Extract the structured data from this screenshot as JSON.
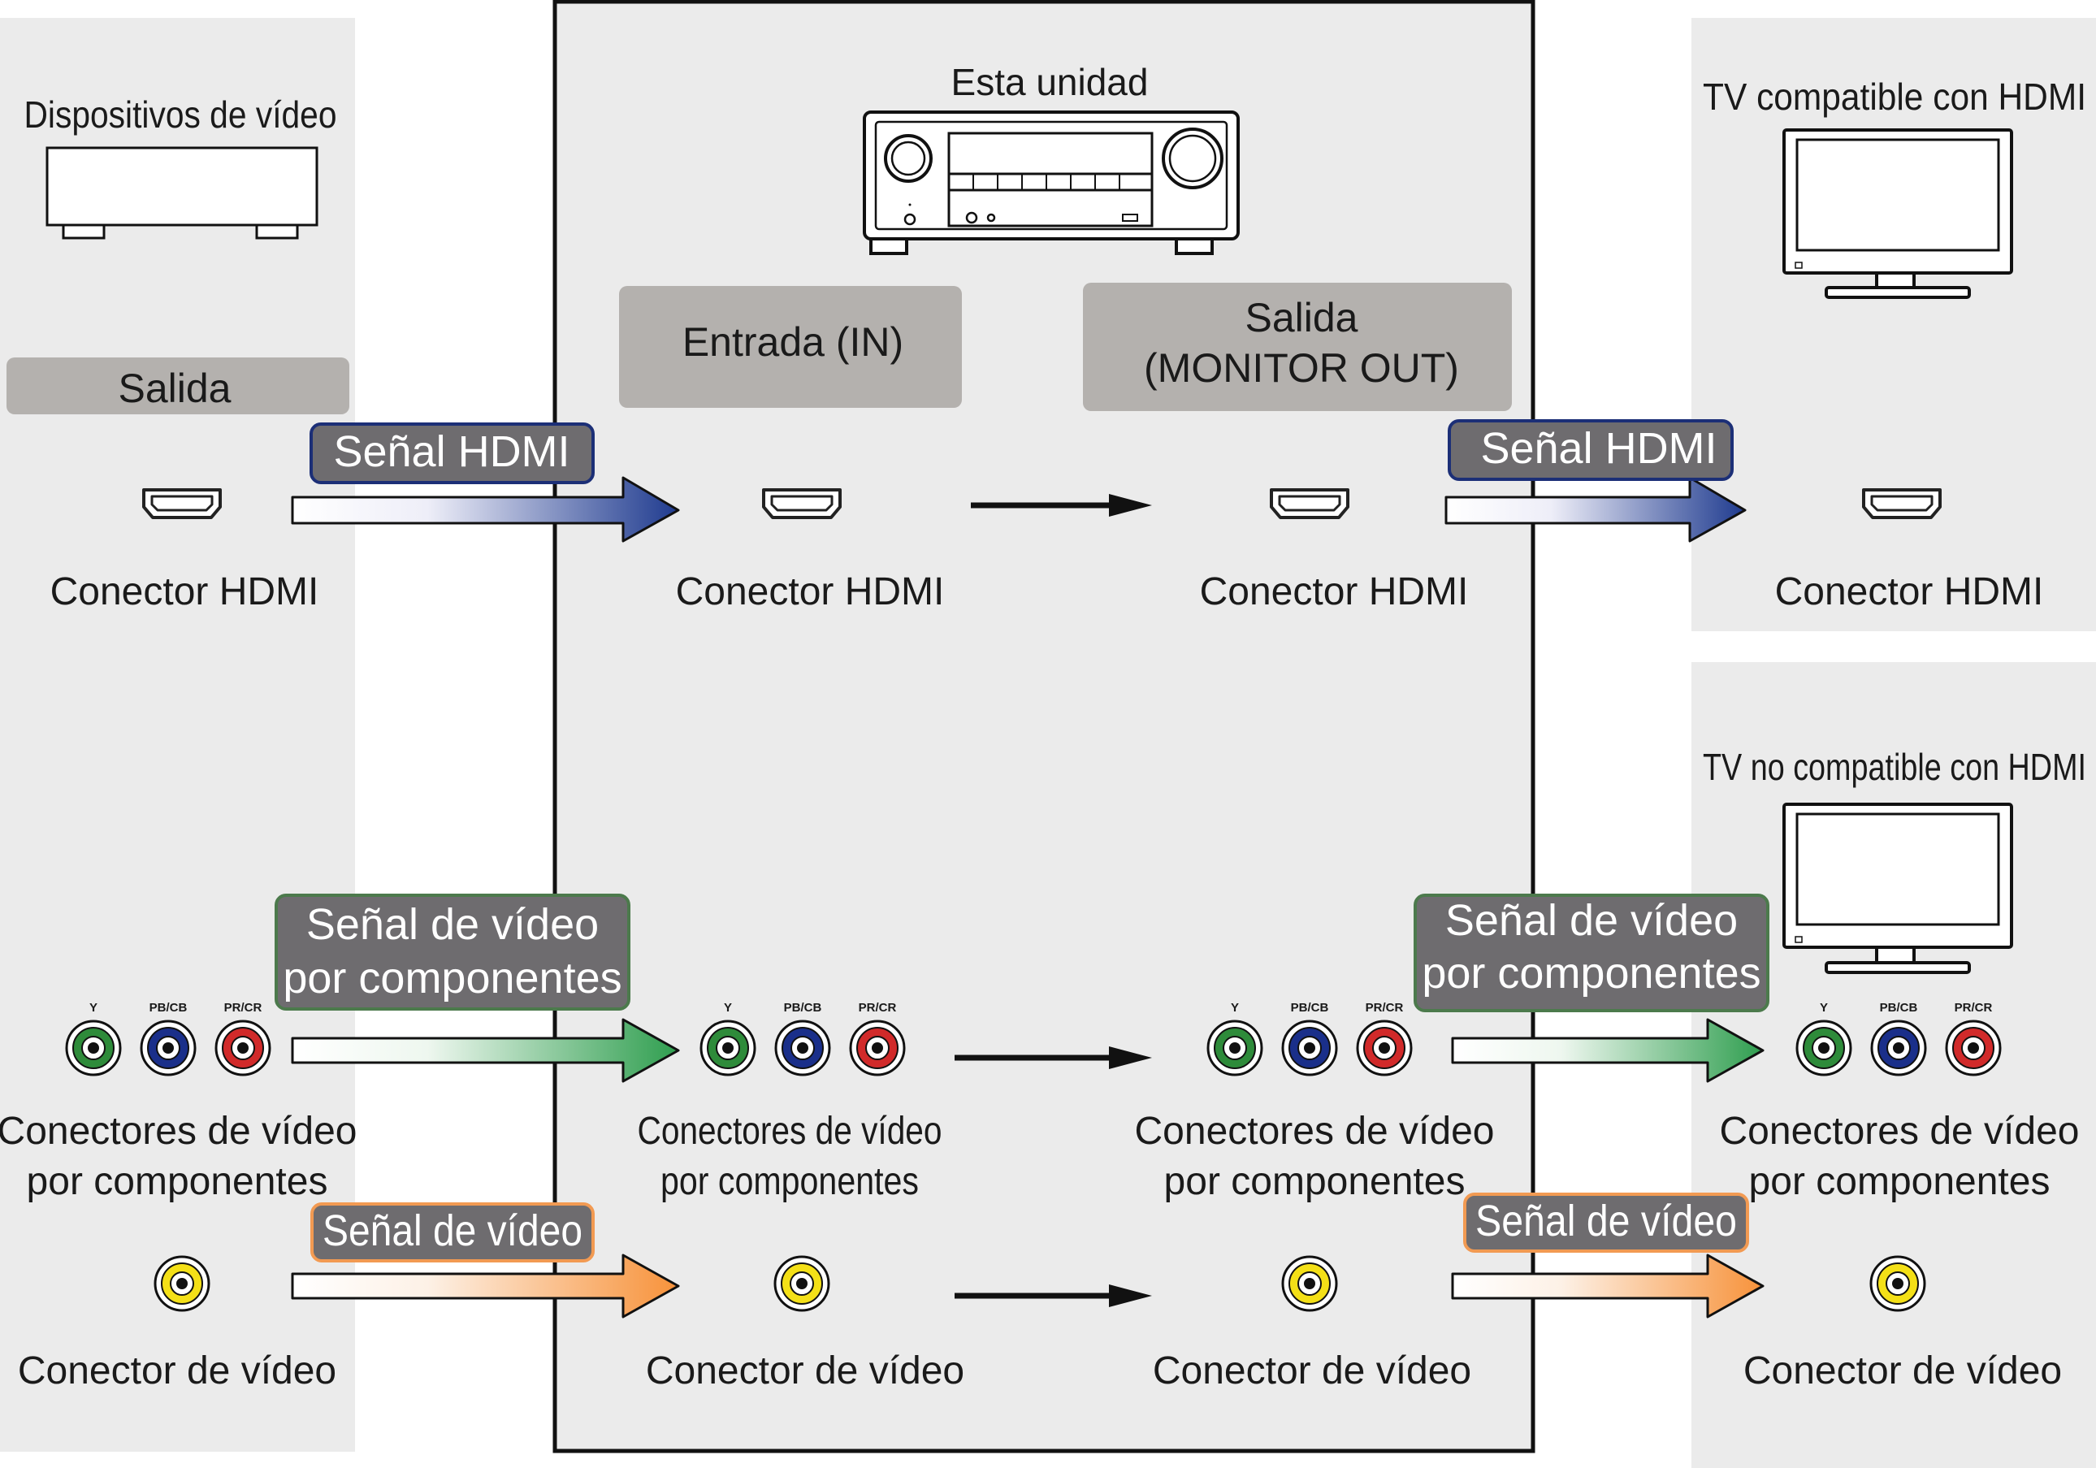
{
  "columns": {
    "source": {
      "title": "Dispositivos de vídeo",
      "header": "Salida",
      "hdmi_label": "Conector HDMI",
      "component_label_1": "Conectores de vídeo",
      "component_label_2": "por componentes",
      "video_label": "Conector de vídeo"
    },
    "unit": {
      "title": "Esta unidad",
      "input_header": "Entrada (IN)",
      "output_header_1": "Salida",
      "output_header_2": "(MONITOR OUT)",
      "in_hdmi_label": "Conector HDMI",
      "out_hdmi_label": "Conector HDMI",
      "in_component_label_1": "Conectores de vídeo",
      "in_component_label_2": "por componentes",
      "out_component_label_1": "Conectores de vídeo",
      "out_component_label_2": "por componentes",
      "in_video_label": "Conector de vídeo",
      "out_video_label": "Conector de vídeo"
    },
    "tv_hdmi": {
      "title": "TV compatible con HDMI",
      "hdmi_label": "Conector HDMI"
    },
    "tv_nonhdmi": {
      "title": "TV no compatible con HDMI",
      "component_label_1": "Conectores de vídeo",
      "component_label_2": "por componentes",
      "video_label": "Conector de vídeo"
    }
  },
  "signals": {
    "hdmi": "Señal HDMI",
    "component_1": "Señal de vídeo",
    "component_2": "por componentes",
    "video": "Señal de vídeo"
  },
  "pin_labels": {
    "y": "Y",
    "pb": "PB/CB",
    "pr": "PR/CR"
  },
  "colors": {
    "panel_bg": "#ebebeb",
    "header_bg": "#b4b1ae",
    "tag_bg": "#6e6c6f",
    "hdmi_tag_border": "#1c2f77",
    "component_tag_border": "#4c7a4c",
    "video_tag_border": "#f29a52",
    "hdmi_arrow": "#1f3b8f",
    "component_arrow": "#2f9e4f",
    "video_arrow": "#f7923a",
    "jack_green": "#2e8b3a",
    "jack_blue": "#1a2f8a",
    "jack_red": "#d12a2a",
    "jack_yellow": "#f4e017"
  }
}
